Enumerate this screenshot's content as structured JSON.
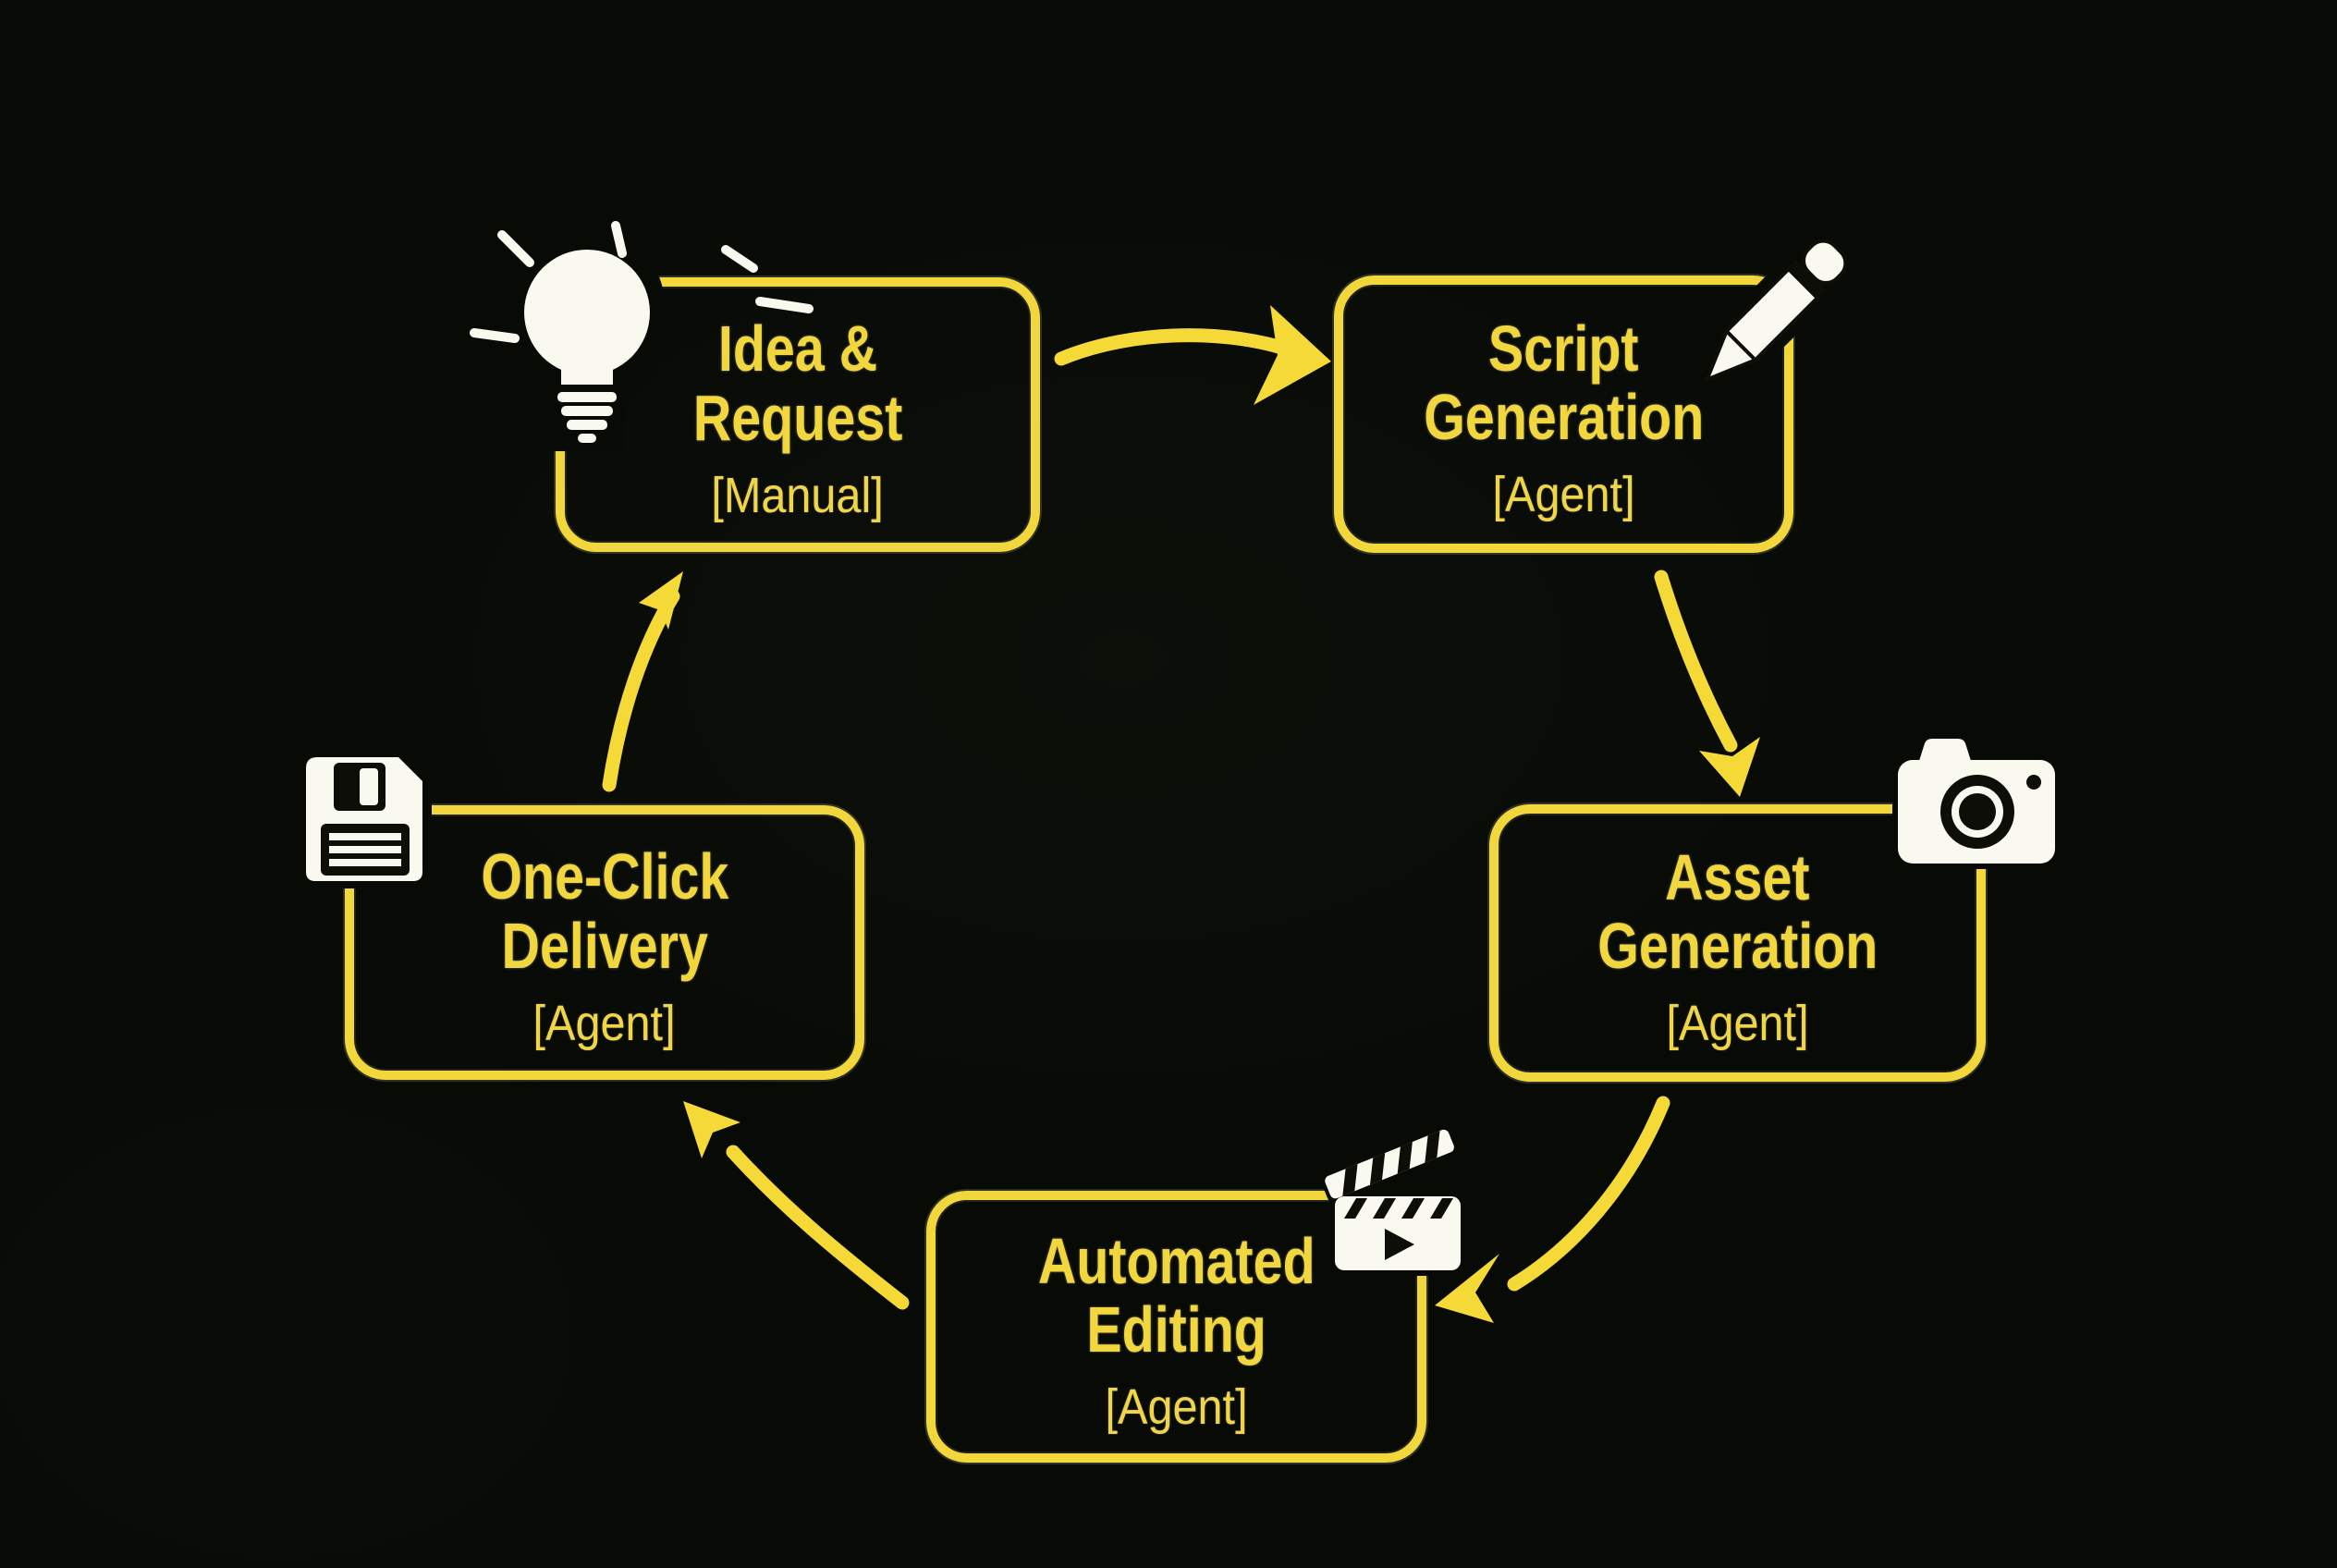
{
  "diagram": {
    "background_color": "#080a06",
    "accent_color": "#F2D73C",
    "icon_color": "#FAF9F0",
    "nodes": [
      {
        "id": "idea-request",
        "line1": "Idea &",
        "line2": "Request",
        "subtitle": "[Manual]",
        "icon": "lightbulb-icon"
      },
      {
        "id": "script-generation",
        "line1": "Script",
        "line2": "Generation",
        "subtitle": "[Agent]",
        "icon": "pencil-icon"
      },
      {
        "id": "asset-generation",
        "line1": "Asset",
        "line2": "Generation",
        "subtitle": "[Agent]",
        "icon": "camera-icon"
      },
      {
        "id": "automated-editing",
        "line1": "Automated",
        "line2": "Editing",
        "subtitle": "[Agent]",
        "icon": "clapperboard-icon"
      },
      {
        "id": "one-click-delivery",
        "line1": "One-Click",
        "line2": "Delivery",
        "subtitle": "[Agent]",
        "icon": "floppy-disk-icon"
      }
    ],
    "arrows": [
      {
        "from": "idea-request",
        "to": "script-generation"
      },
      {
        "from": "script-generation",
        "to": "asset-generation"
      },
      {
        "from": "asset-generation",
        "to": "automated-editing"
      },
      {
        "from": "automated-editing",
        "to": "one-click-delivery"
      },
      {
        "from": "one-click-delivery",
        "to": "idea-request"
      }
    ]
  }
}
